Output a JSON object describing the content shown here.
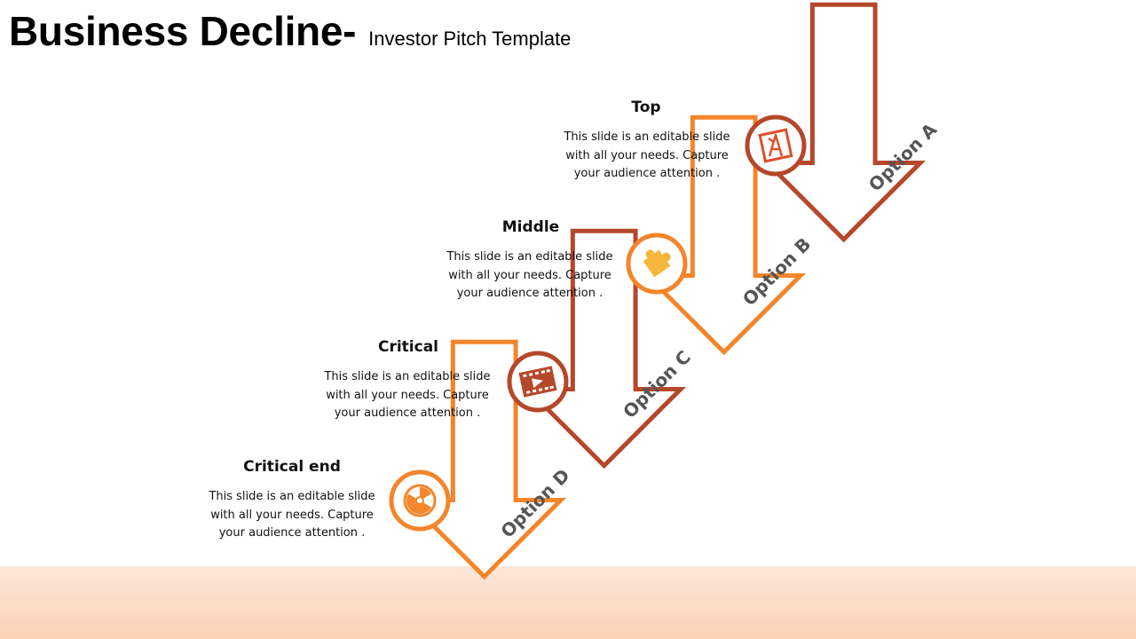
{
  "header": {
    "title": "Business Decline-",
    "subtitle": "Investor Pitch Template"
  },
  "colors": {
    "dark_orange": "#b5472a",
    "bright_orange": "#f5852a",
    "puzzle_yellow": "#f6b73c",
    "floor_top": "#fde6d9",
    "floor_bottom": "#fbd2b5"
  },
  "steps": [
    {
      "heading": "Top",
      "description": "This slide is an editable slide with all your needs. Capture your audience attention .",
      "option": "Option A",
      "icon": "font-document-icon"
    },
    {
      "heading": "Middle",
      "description": "This slide is an editable slide with all your needs. Capture your audience attention .",
      "option": "Option B",
      "icon": "puzzle-icon"
    },
    {
      "heading": "Critical",
      "description": "This slide is an editable slide with all your needs. Capture your audience attention .",
      "option": "Option C",
      "icon": "film-icon"
    },
    {
      "heading": "Critical end",
      "description": "This slide is an editable slide with all your needs. Capture your audience attention .",
      "option": "Option D",
      "icon": "radiation-icon"
    }
  ]
}
